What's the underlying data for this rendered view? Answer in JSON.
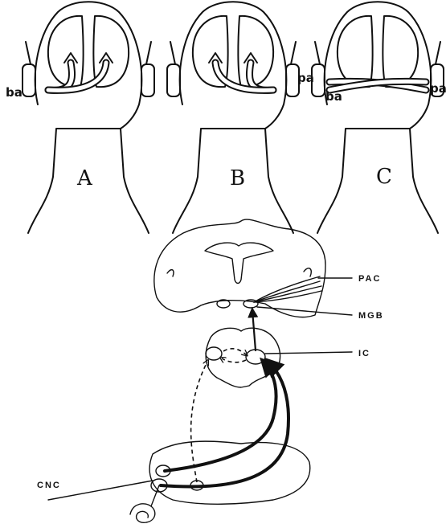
{
  "panels": [
    {
      "letter": "A",
      "left_ear_tag": "ba",
      "right_ear_tag": ""
    },
    {
      "letter": "B",
      "left_ear_tag": "",
      "right_ear_tag": "pa"
    },
    {
      "letter": "C",
      "left_ear_tag": "ba",
      "right_ear_tag": "pa"
    }
  ],
  "labels": {
    "pac": "PAC",
    "mgb": "MGB",
    "ic": "IC",
    "cnc": "CNC"
  },
  "colors": {
    "ink": "#111111",
    "background": "#ffffff"
  }
}
